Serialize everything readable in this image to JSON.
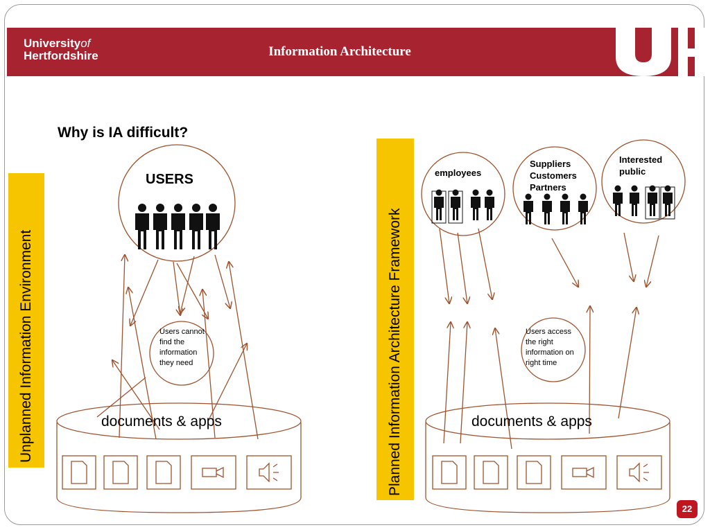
{
  "header": {
    "logo_line1": "University",
    "logo_of": "of",
    "logo_line2": "Hertfordshire",
    "title": "Information Architecture"
  },
  "slide": {
    "heading": "Why is IA difficult?",
    "page_number": "22"
  },
  "left": {
    "vertical_label": "Unplanned Information Environment",
    "users_title": "USERS",
    "callout": "Users cannot find the information they need",
    "repository_label": "documents & apps"
  },
  "right": {
    "vertical_label": "Planned Information Architecture Framework",
    "group1": "employees",
    "group2": [
      "Suppliers",
      "Customers",
      "Partners"
    ],
    "group3": [
      "Interested",
      "public"
    ],
    "callout": "Users access the right information on right time",
    "repository_label": "documents & apps"
  },
  "colors": {
    "brand_red": "#a6232f",
    "accent_yellow": "#f7c400",
    "arrow_brown": "#a0522d",
    "badge_red": "#c0161f"
  },
  "icons": [
    "document-icon",
    "video-icon",
    "audio-icon",
    "person-icon"
  ]
}
